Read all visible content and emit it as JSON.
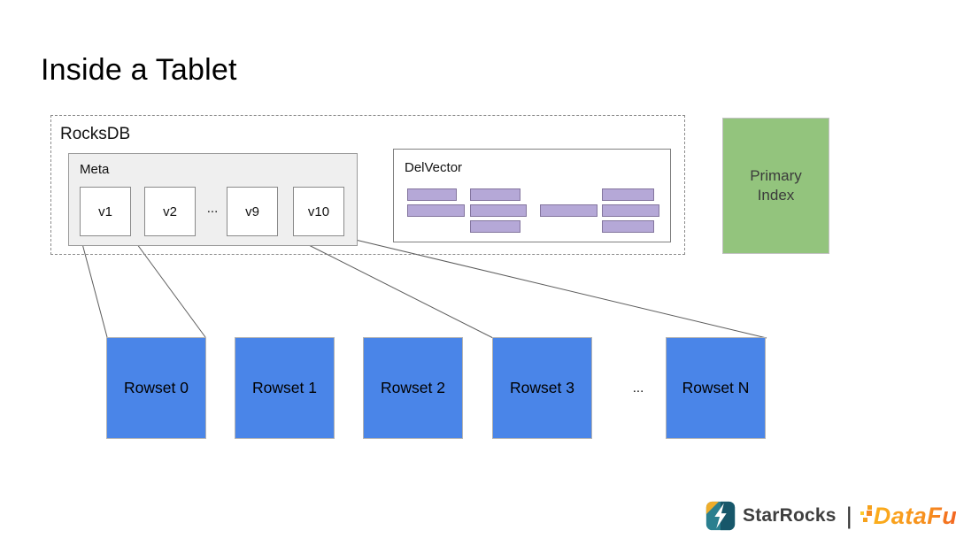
{
  "slide": {
    "title": "Inside a Tablet"
  },
  "rocksdb": {
    "label": "RocksDB",
    "meta": {
      "label": "Meta",
      "versions": [
        "v1",
        "v2",
        "v9",
        "v10"
      ],
      "ellipsis": "..."
    },
    "delvector": {
      "label": "DelVector"
    }
  },
  "primary_index": {
    "label": "Primary Index"
  },
  "rowsets": {
    "items": [
      "Rowset 0",
      "Rowset 1",
      "Rowset 2",
      "Rowset 3",
      "Rowset N"
    ],
    "ellipsis": "..."
  },
  "footer": {
    "starrocks_label": "StarRocks",
    "separator": "|",
    "datafun_label": "DataFun."
  },
  "colors": {
    "rowset_blue": "#4a85e8",
    "primary_green": "#93c47d",
    "delvector_purple": "#b5a8d7",
    "meta_gray": "#efefef"
  }
}
